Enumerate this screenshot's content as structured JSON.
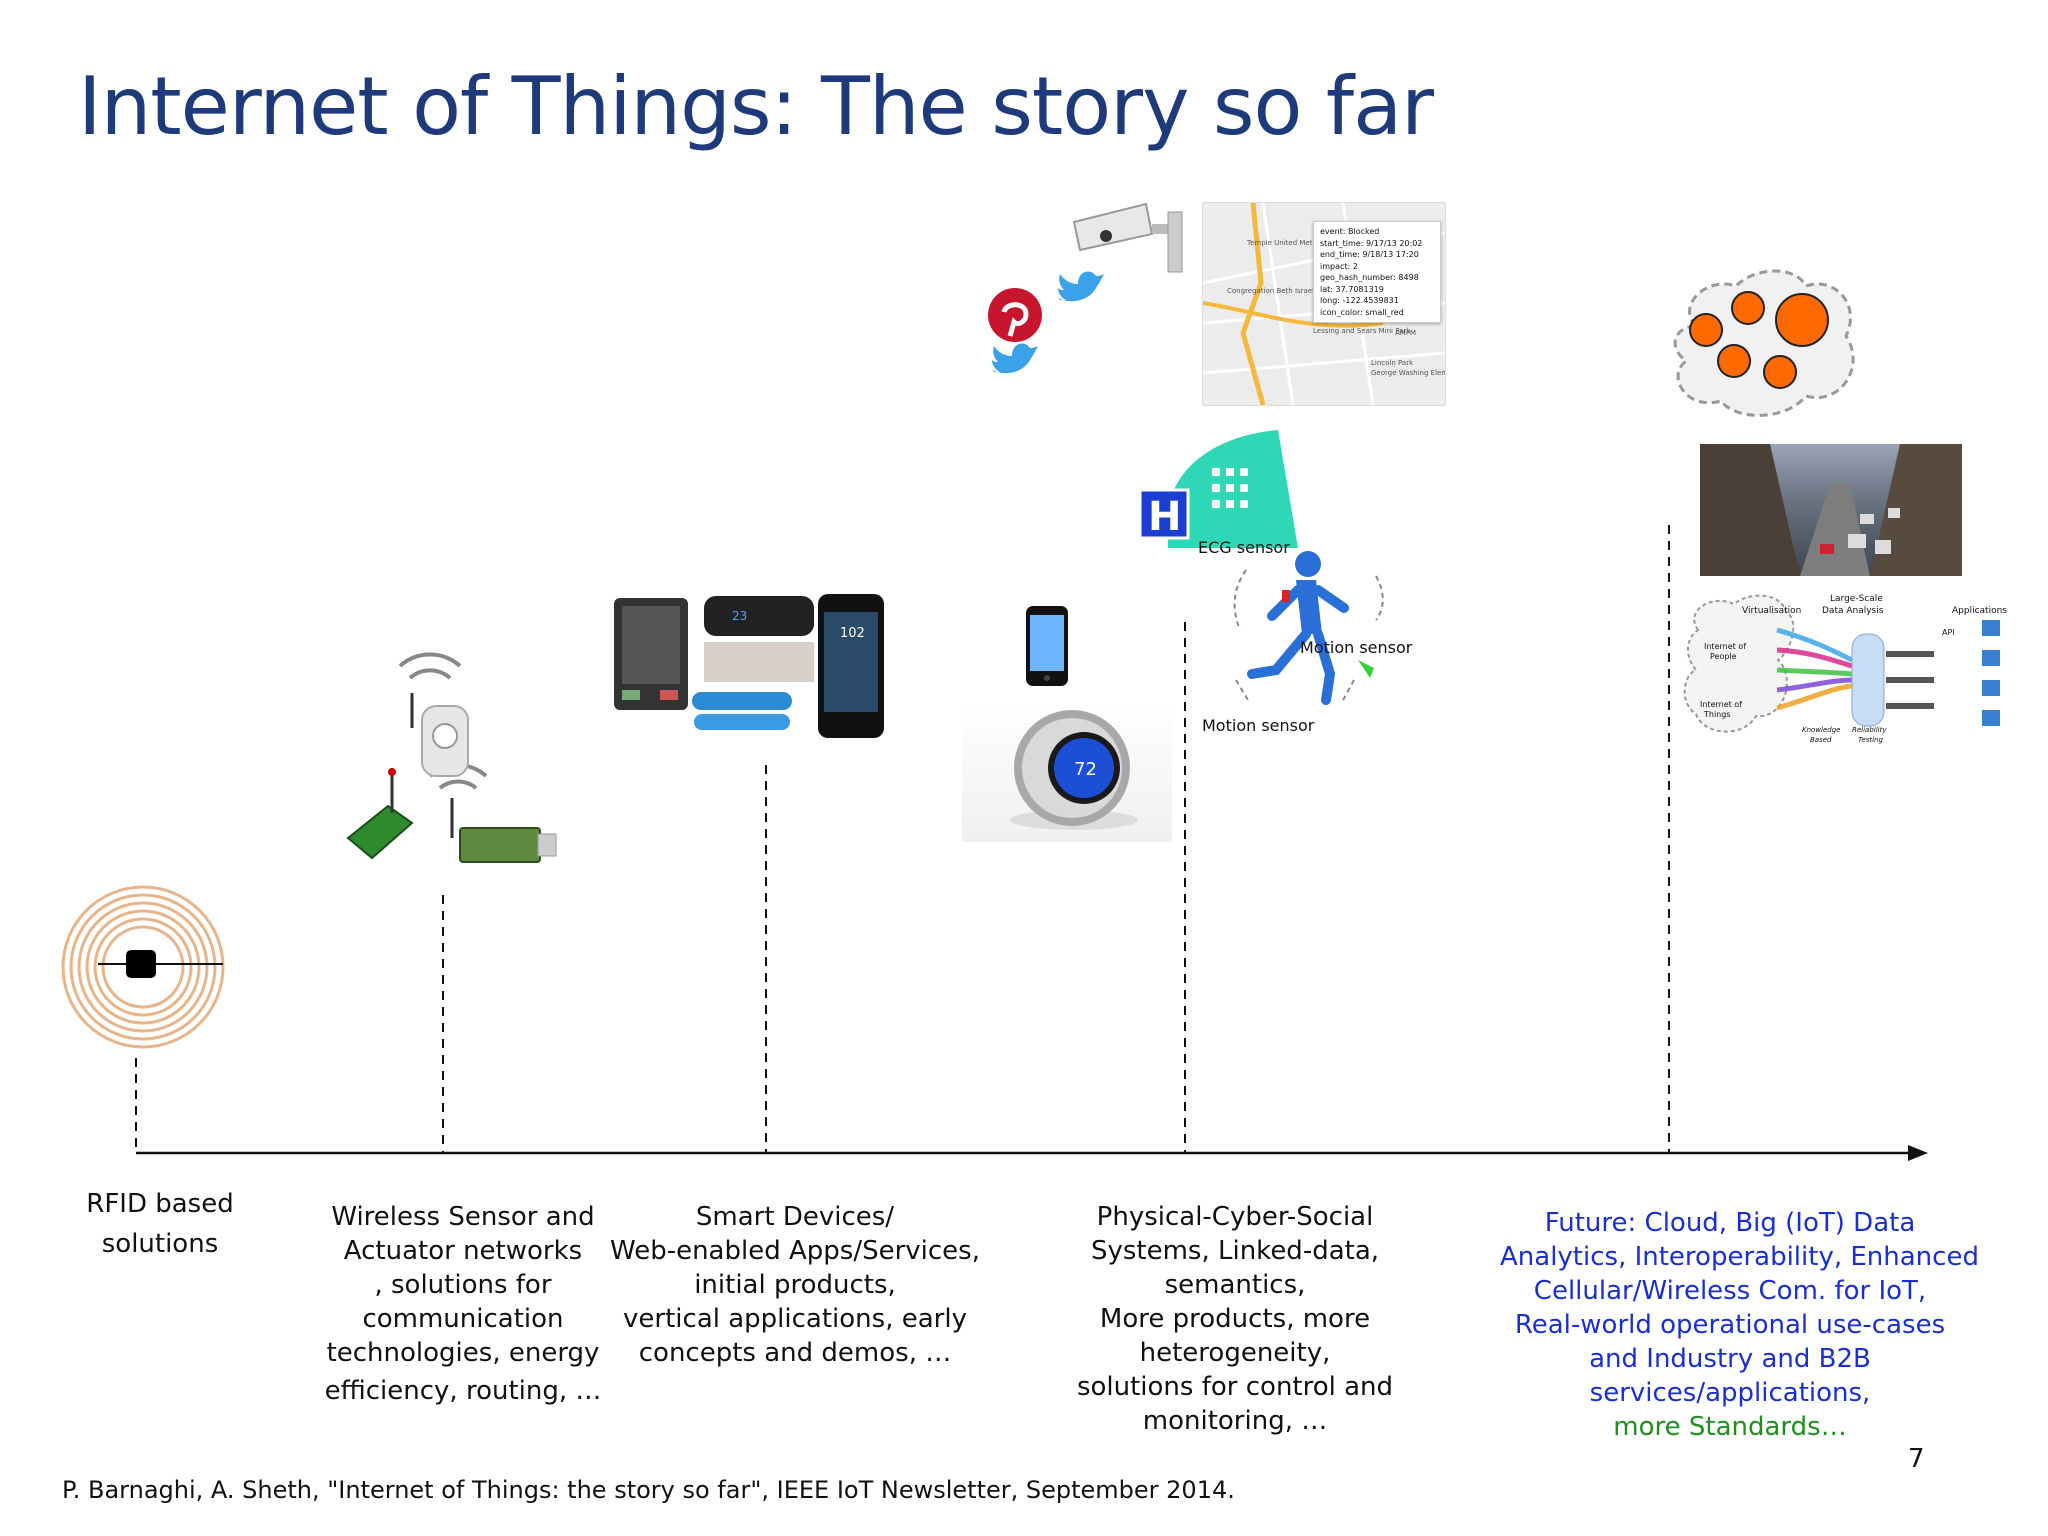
{
  "slide": {
    "title": "Internet of Things: The story so far",
    "reference": "P. Barnaghi, A. Sheth, \"Internet of Things: the story so far\", IEEE IoT Newsletter, September 2014.",
    "page_number": "7"
  },
  "timeline": {
    "stages": [
      {
        "lines": [
          "RFID based",
          "solutions"
        ]
      },
      {
        "lines": [
          "Wireless Sensor and",
          "Actuator networks",
          ", solutions for",
          "communication",
          "technologies, energy",
          "efficiency, routing, …"
        ]
      },
      {
        "lines": [
          "Smart Devices/",
          "Web-enabled  Apps/Services,",
          "initial products,",
          "vertical applications, early",
          "concepts and demos, …"
        ]
      },
      {
        "lines": [
          "Physical-Cyber-Social",
          "Systems, Linked-data,",
          "semantics,",
          "More products, more",
          "heterogeneity,",
          "solutions for control and",
          "monitoring, …"
        ]
      },
      {
        "lines": [
          "Future: Cloud, Big (IoT) Data",
          "Analytics, Interoperability, Enhanced",
          "Cellular/Wireless Com. for IoT,",
          "Real-world operational use-cases",
          "and Industry and B2B",
          "services/applications,"
        ],
        "extra_line": "more Standards…"
      }
    ]
  },
  "images": {
    "sensor_labels": {
      "ecg": "ECG sensor",
      "motion_1": "Motion sensor",
      "motion_2": "Motion sensor"
    },
    "map_popup": {
      "lines": [
        "event: Blocked",
        "start_time: 9/17/13 20:02",
        "end_time: 9/18/13 17:20",
        "impact: 2",
        "geo_hash_number: 8498",
        "lat: 37.7081319",
        "long: -122.4539831",
        "icon_color: small_red"
      ],
      "places": [
        "Temple United Methodist Church",
        "Congregation Beth Israel Judea",
        "Lessing and Sears Mini Park",
        "AMPM",
        "Lincoln Park",
        "George Washing Element"
      ]
    },
    "thermostat_value": "72",
    "smartphone_value": "102",
    "framework": {
      "labels": [
        "Virtualisation",
        "Large-Scale",
        "Data Analysis",
        "Applications",
        "Internet of",
        "People",
        "Internet of",
        "Things",
        "API",
        "Knowledge",
        "Based",
        "Reliability",
        "Testing"
      ]
    }
  },
  "colors": {
    "title": "#1f3a7a",
    "future_text": "#1a2fd1",
    "standards_text": "#1f8f1f",
    "cloud_dots": "#ff6a00",
    "hospital": "#1fd6b0"
  }
}
